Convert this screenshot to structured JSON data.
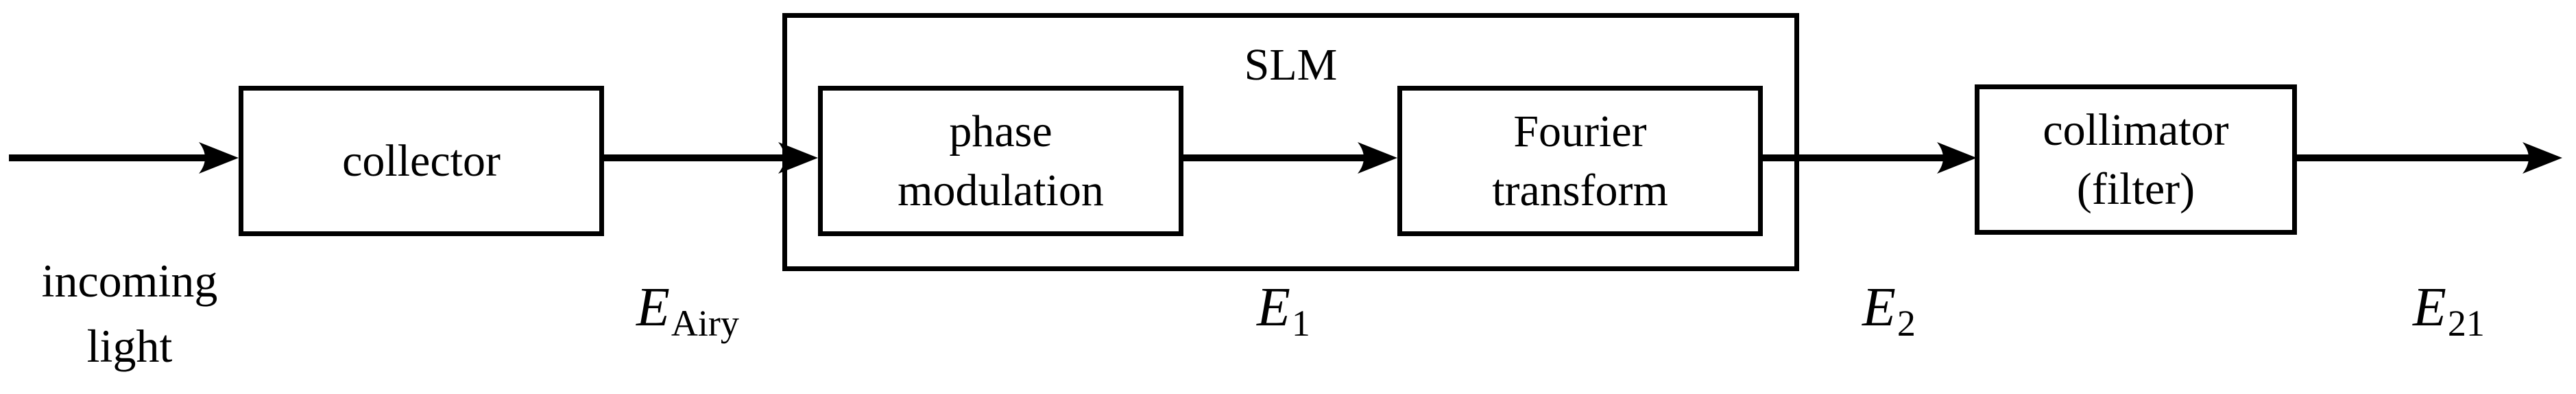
{
  "blocks": {
    "collector": {
      "label": "collector"
    },
    "slm": {
      "title": "SLM"
    },
    "phase_modulation": {
      "line1": "phase",
      "line2": "modulation"
    },
    "fourier_transform": {
      "line1": "Fourier",
      "line2": "transform"
    },
    "collimator": {
      "line1": "collimator",
      "line2": "(filter)"
    }
  },
  "field_labels": {
    "incoming_light": {
      "line1": "incoming",
      "line2": "light"
    },
    "e_airy": {
      "base": "E",
      "sub": "Airy"
    },
    "e_1": {
      "base": "E",
      "sub": "1"
    },
    "e_2": {
      "base": "E",
      "sub": "2"
    },
    "e_21": {
      "base": "E",
      "sub": "21"
    }
  },
  "colors": {
    "ink": "#000000",
    "background": "#ffffff"
  }
}
